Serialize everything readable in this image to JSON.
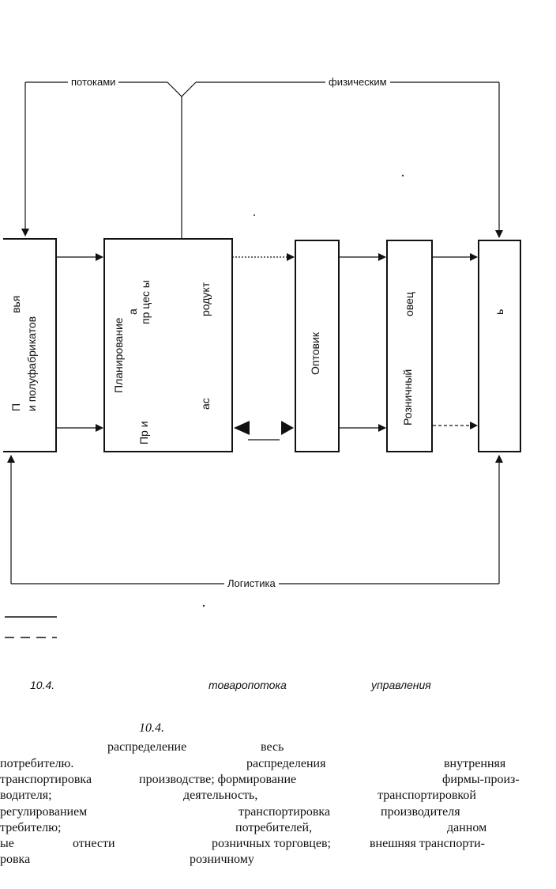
{
  "diagram": {
    "top_label_left": "потоками",
    "top_label_right": "физическим",
    "bottom_label": "Логистика",
    "box1": {
      "line1": "П",
      "line2": "и полуфабрикатов",
      "line3": "вья"
    },
    "box2": {
      "line1": "Планирование",
      "line2": "а",
      "line3": "Пр и",
      "line4": "пр цес ы",
      "line5": "родукт",
      "line6": "ас"
    },
    "box3": {
      "label": "Оптовик"
    },
    "box4": {
      "line1": "Розничный",
      "line2": "овец"
    },
    "box5": {
      "label": "ь"
    }
  },
  "caption": {
    "num": "10.4.",
    "w1": "товаропотока",
    "w2": "управления"
  },
  "text": {
    "heading": "10.4.",
    "lines": [
      [
        "распределение",
        "весь"
      ],
      [
        "потребителю.",
        "распределения",
        "внутренняя"
      ],
      [
        "транспортировка",
        "производстве; формирование",
        "фирмы-произ-"
      ],
      [
        "водителя;",
        "деятельность,",
        "транспортировкой"
      ],
      [
        "регулированием",
        "транспортировка",
        "производителя"
      ],
      [
        "требителю;",
        "потребителей,",
        "данном"
      ],
      [
        "ые",
        "отнести",
        "розничных торговцев;",
        "внешняя транспорти-"
      ],
      [
        "ровка",
        "розничному"
      ]
    ]
  }
}
